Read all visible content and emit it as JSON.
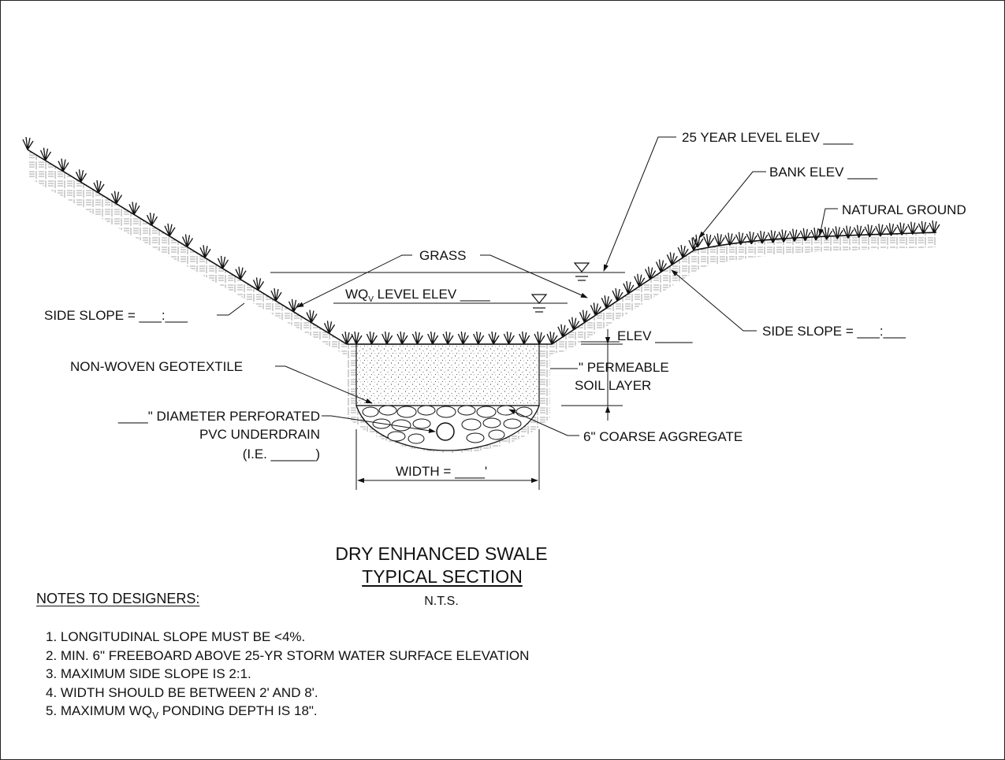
{
  "labels": {
    "year25": "25 YEAR LEVEL ELEV ____",
    "bank": "BANK ELEV ____",
    "natural": "NATURAL GROUND",
    "grass": "GRASS",
    "wqv_main": "WQ",
    "wqv_sub": "V",
    "wqv_rest": " LEVEL ELEV ____",
    "side_left": "SIDE SLOPE = ___:___",
    "side_right": "SIDE SLOPE = ___:___",
    "elev": "ELEV _____",
    "geotextile": "NON-WOVEN GEOTEXTILE",
    "permeable_1": "\" PERMEABLE",
    "permeable_2": "SOIL LAYER",
    "pipe_1": "____\"  DIAMETER PERFORATED",
    "pipe_2": "PVC UNDERDRAIN",
    "pipe_3": "(I.E.  ______)",
    "aggregate": "6\" COARSE AGGREGATE",
    "width": "WIDTH = ____'"
  },
  "title": {
    "line1": "DRY ENHANCED SWALE",
    "line2": "TYPICAL SECTION",
    "scale": "N.T.S."
  },
  "notes": {
    "heading": "NOTES TO DESIGNERS:",
    "items": [
      "1.  LONGITUDINAL SLOPE MUST BE <4%.",
      "2.  MIN. 6\" FREEBOARD ABOVE 25-YR STORM WATER SURFACE ELEVATION",
      "3.  MAXIMUM SIDE SLOPE IS 2:1.",
      "4.  WIDTH SHOULD BE BETWEEN 2' AND 8'."
    ],
    "item5_main": "5.  MAXIMUM WQ",
    "item5_sub": "V",
    "item5_rest": " PONDING DEPTH IS 18\"."
  },
  "colors": {
    "ink": "#111111",
    "hatch": "#8a8a8a"
  }
}
